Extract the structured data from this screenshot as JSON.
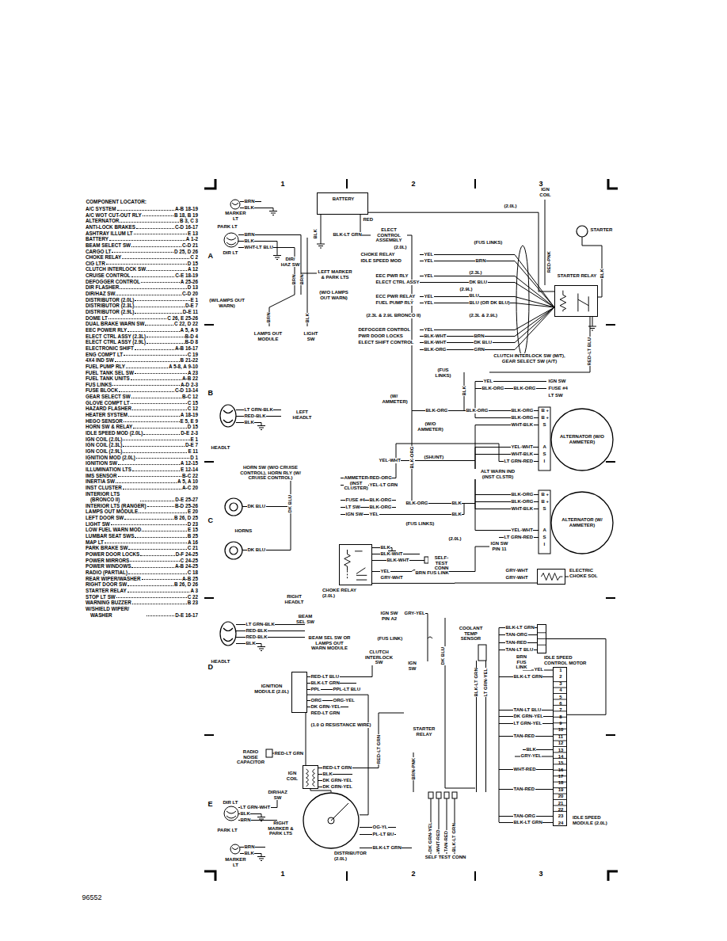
{
  "diagram": {
    "nodes": [
      {
        "text": [
          "BATTERY"
        ]
      },
      {
        "text": [
          "STARTER RELAY"
        ]
      },
      {
        "text": [
          "ALTERNATOR (W/O AMMETER)"
        ]
      },
      {
        "text": [
          "ALTERNATOR (W/ AMMETER)"
        ]
      },
      {
        "text": [
          "CHOKE RELAY (2.0L)"
        ]
      },
      {
        "text": [
          "ELECTRIC CHOKE SOL"
        ]
      },
      {
        "text": [
          "IDLE SPEED CONTROL MOTOR"
        ]
      },
      {
        "text": [
          "1",
          "2",
          "3",
          "4",
          "5",
          "6",
          "7",
          "8",
          "9",
          "10",
          "11",
          "12",
          "13",
          "14",
          "15",
          "16",
          "17",
          "18",
          "19",
          "20",
          "21",
          "22",
          "23",
          "24",
          "IDLE SPEED MODULE (2.0L)"
        ]
      },
      {
        "text": [
          "IGNITION MODULE (2.0L)"
        ]
      },
      {
        "text": [
          "IGN COIL"
        ]
      },
      {
        "text": [
          "DISTRIBUTOR (2.0L)"
        ]
      }
    ],
    "edges": [
      {
        "from": 0,
        "to": 1,
        "arrow": "none"
      },
      {
        "from": 4,
        "to": 5,
        "arrow": "none"
      },
      {
        "from": 8,
        "to": 9,
        "arrow": "none"
      },
      {
        "from": 9,
        "to": 10,
        "arrow": "none"
      },
      {
        "from": 8,
        "to": 10,
        "arrow": "none"
      },
      {
        "from": 6,
        "to": 7,
        "arrow": "none"
      }
    ],
    "labels": [
      "COMPONENT LOCATOR:",
      "A/C SYSTEM",
      "A-B 18-19",
      "A/C WOT CUT-OUT RLY",
      "B 18, B 19",
      "ALTERNATOR",
      "B 3, C 3",
      "ANTI-LOCK BRAKES",
      "C-D 16-17",
      "ASHTRAY ILLUM LT",
      "E 13",
      "BATTERY",
      "A 1-2",
      "BEAM SELECT SW",
      "C-D 21",
      "CARGO LT",
      "D 25, D 26",
      "CHOKE RELAY",
      "C 2",
      "CIG LTR",
      "D 15",
      "CLUTCH INTERLOCK SW",
      "A 12",
      "CRUISE CONTROL",
      "C-E 18-19",
      "DEFOGGER CONTROL",
      "A 25-26",
      "DIR FLASHER",
      "D 13",
      "DIR/HAZ SW",
      "C-D 20",
      "DISTRIBUTOR (2.0L)",
      "E 1",
      "DISTRIBUTOR (2.3L)",
      "D-E 7",
      "DISTRIBUTOR (2.9L)",
      "D-E 11",
      "DOME LT",
      "C 26, E 25-26",
      "DUAL BRAKE WARN SW",
      "C 22, D 22",
      "EEC POWER RLY",
      "A 5, A 9",
      "ELECT CTRL ASSY (2.3L)",
      "B-D 4",
      "ELECT CTRL ASSY (2.9L)",
      "B-D 8",
      "ELECTRONIC SHIFT",
      "A-B 16-17",
      "ENG COMPT LT",
      "C 19",
      "4X4 IND SW",
      "B 21-22",
      "FUEL PUMP RLY",
      "A 5-8, A 9-10",
      "FUEL TANK SEL SW",
      "A 23",
      "FUEL TANK UNITS",
      "A-B 22",
      "FUS LINKS",
      "A-D 2-3",
      "FUSE BLOCK",
      "C-D 13-14",
      "GEAR SELECT SW",
      "B-C 12",
      "GLOVE COMPT LT",
      "C 15",
      "HAZARD FLASHER",
      "C 12",
      "HEATER SYSTEM",
      "A 18-19",
      "HEGO SENSOR",
      "E 5, E 9",
      "HORN SW & RELAY",
      "D 15",
      "IDLE SPEED MOD (2.0L)",
      "D-E 2-3",
      "IGN COIL (2.0L)",
      "E 1",
      "IGN COIL (2.3L)",
      "D-E 7",
      "IGN COIL (2.9L)",
      "E 11",
      "IGNITION MOD (2.0L)",
      "D 1",
      "IGNITION SW",
      "A 12-15",
      "ILLUMINATION LTS",
      "E 12-14",
      "IMS SENSOR",
      "B-C 22",
      "INERTIA SW",
      "A 5, A 10",
      "INST CLUSTER",
      "A-C 20",
      "INTERIOR LTS (BRONCO II)",
      "D-E 25-27",
      "INTERIOR LTS (RANGER)",
      "B-D 25-26",
      "LAMPS OUT MODULE",
      "E 20",
      "LEFT DOOR SW",
      "B 26, D 25",
      "LIGHT SW",
      "D 23",
      "LOW FUEL WARN MOD",
      "E 15",
      "LUMBAR SEAT SWS",
      "B 25",
      "MAP LT",
      "A 16",
      "PARK BRAKE SW",
      "C 21",
      "POWER DOOR LOCKS",
      "D-F 24-25",
      "POWER MIRRORS",
      "C 24-25",
      "POWER WINDOWS",
      "A-B 24-25",
      "RADIO (PARTIAL)",
      "C 18",
      "REAR WIPER/WASHER",
      "A-B 25",
      "RIGHT DOOR SW",
      "B 26, D 26",
      "STARTER RELAY",
      "A 3",
      "STOP LT SW",
      "C 22",
      "WARNING BUZZER",
      "B 23",
      "W/SHIELD WIPER/ WASHER",
      "D-E 16-17",
      "1",
      "2",
      "3",
      "A",
      "B",
      "C",
      "D",
      "E",
      "1",
      "2",
      "3",
      "BRN",
      "BLK",
      "MARKER LT",
      "PARK LT",
      "BRN",
      "BLK",
      "WHT-LT BLU",
      "DIR LT",
      "DIR/ HAZ SW",
      "BLK",
      "RED",
      "BLK-LT GRN",
      "ELECT CONTROL ASSEMBLY",
      "BRN",
      "BRN",
      "LEFT MARKER & PARK LTS",
      "(W/LAMPS OUT WARN)",
      "BRN",
      "(W/O LAMPS OUT WARN)",
      "BLK",
      "LAMPS OUT MODULE",
      "LIGHT SW",
      "(2.0L)",
      "(FUS LINKS)",
      "CHOKE RELAY",
      "IDLE SPEED MOD",
      "YEL",
      "YEL",
      "BRN",
      "(2.3L)",
      "EEC PWR RLY",
      "ELECT CTRL ASSY",
      "YEL",
      "DK BLU",
      "(2.9L)",
      "ECC PWR RELAY",
      "FUEL PUMP RLY",
      "YEL",
      "YEL",
      "BLU",
      "BLU (OR DK BLU)",
      "(2.3L & 2.9L BRONCO II)",
      "(2.3L & 2.9L)",
      "DEFOGGER CONTROL",
      "PWR DOOR LOCKS",
      "ELECT SHIFT CONTROL",
      "YEL",
      "BLK-WHT",
      "BLK-WHT",
      "BLK-ORG",
      "BRN",
      "DK BLU",
      "GRN",
      "IGN COIL",
      "(2.0L)",
      "STARTER",
      "RED-PNK",
      "BLK",
      "RED-LT BLU",
      "CLUTCH INTERLOCK SW (M/T), GEAR SELECT SW (A/T)",
      "(FUS LINKS)",
      "BLK",
      "YEL",
      "BLK-ORG",
      "BLK-ORG",
      "IGN SW",
      "FUSE #4",
      "LT SW",
      "(W/ AMMETER)",
      "BLK-ORG",
      "BLK-ORG",
      "(W/O AMMETER)",
      "BLK-ORG",
      "BLK-ORG",
      "WHT-BLK",
      "B +",
      "B +",
      "S",
      "A",
      "S",
      "I",
      "YEL-WHT",
      "WHT-BLK",
      "LT GRN-RED",
      "BLK-ORG",
      "YEL-WHT",
      "(SHUNT)",
      "HORN SW (W/O CRUISE CONTROL), HORN RLY (W/ CRUISE CONTROL)",
      "DK BLU",
      "ALT WARN IND (INST CLSTR)",
      "AMMETER (INST CLUSTER)",
      "RED-ORG",
      "YEL-LT GRN",
      "FUSE #4",
      "LT SW",
      "IGN SW",
      "BLK-ORG",
      "BLK-ORG",
      "YEL",
      "BLK-ORG",
      "BLK",
      "BLK",
      "(FUS LINKS)",
      "BLK-ORG",
      "BLK-ORG",
      "WHT-BLK",
      "B +",
      "B +",
      "S",
      "A",
      "S",
      "I",
      "YEL-WHT",
      "LT GRN-RED",
      "DK BLU",
      "HORNS",
      "DK BLU",
      "(2.0L)",
      "IGN SW PIN 11",
      "BLK",
      "BLK-WHT",
      "BLK-WHT",
      "SELF-TEST CONN",
      "YEL",
      "GRY-WHT",
      "BRN FUS LINK",
      "GRY-WHT",
      "GRY-WHT",
      "RIGHT HEADLT",
      "BEAM SEL SW",
      "LT GRN-BLK",
      "RED-BLK",
      "RED-BLK",
      "BLK",
      "BEAM SEL SW OR LAMPS OUT WARN MODULE",
      "HEADLT",
      "LT GRN-BLK",
      "RED-BLK",
      "BLK",
      "LEFT HEADLT",
      "HEADLT",
      "IGN SW PIN A2",
      "GRY-YEL",
      "(FUS LINK)",
      "CLUTCH INTERLOCK SW",
      "IGN SW",
      "COOLANT TEMP SENSOR",
      "DK BLU",
      "BLK-LT GRN",
      "LT GRN-YEL",
      "BLK-LT GRN",
      "TAN-ORG",
      "TAN-RED",
      "TAN-LT BLU",
      "BRN FUS LINK",
      "YEL",
      "BLK-LT GRN",
      "TAN-LT BLU",
      "DK GRN-YEL",
      "LT GRN-YEL",
      "TAN-RED",
      "BLK",
      "GRY-YEL",
      "WHT-RED",
      "TAN-RED",
      "TAN-ORG",
      "BLK-LT GRN",
      "RED-LT BLU",
      "BLK-LT GRN",
      "PPL",
      "PPL-LT BLU",
      "ORG",
      "ORG-YEL",
      "DK GRN-YEL",
      "RED-LT GRN",
      "(1.0 Ω RESISTANCE WIRE)",
      "STARTER RELAY",
      "RED-LT GRN",
      "BRN-PNK",
      "RADIO NOISE CAPACITOR",
      "RED-LT GRN",
      "RED-LT GRN",
      "BLK",
      "DK GRN-YEL",
      "DK GRN-YEL",
      "DIR/HAZ SW",
      "DIR LT",
      "LT GRN-WHT",
      "BLK",
      "BRN",
      "PARK LT",
      "RIGHT MARKER & PARK LTS",
      "BRN",
      "BLK",
      "MARKER LT",
      "OG-YL",
      "PL-LT BU",
      "BLK-LT GRN",
      "DK GRN-YEL",
      "WHT-RED",
      "TAN-RED",
      "BLK-LT GRN",
      "SELF TEST CONN",
      "96552"
    ]
  }
}
